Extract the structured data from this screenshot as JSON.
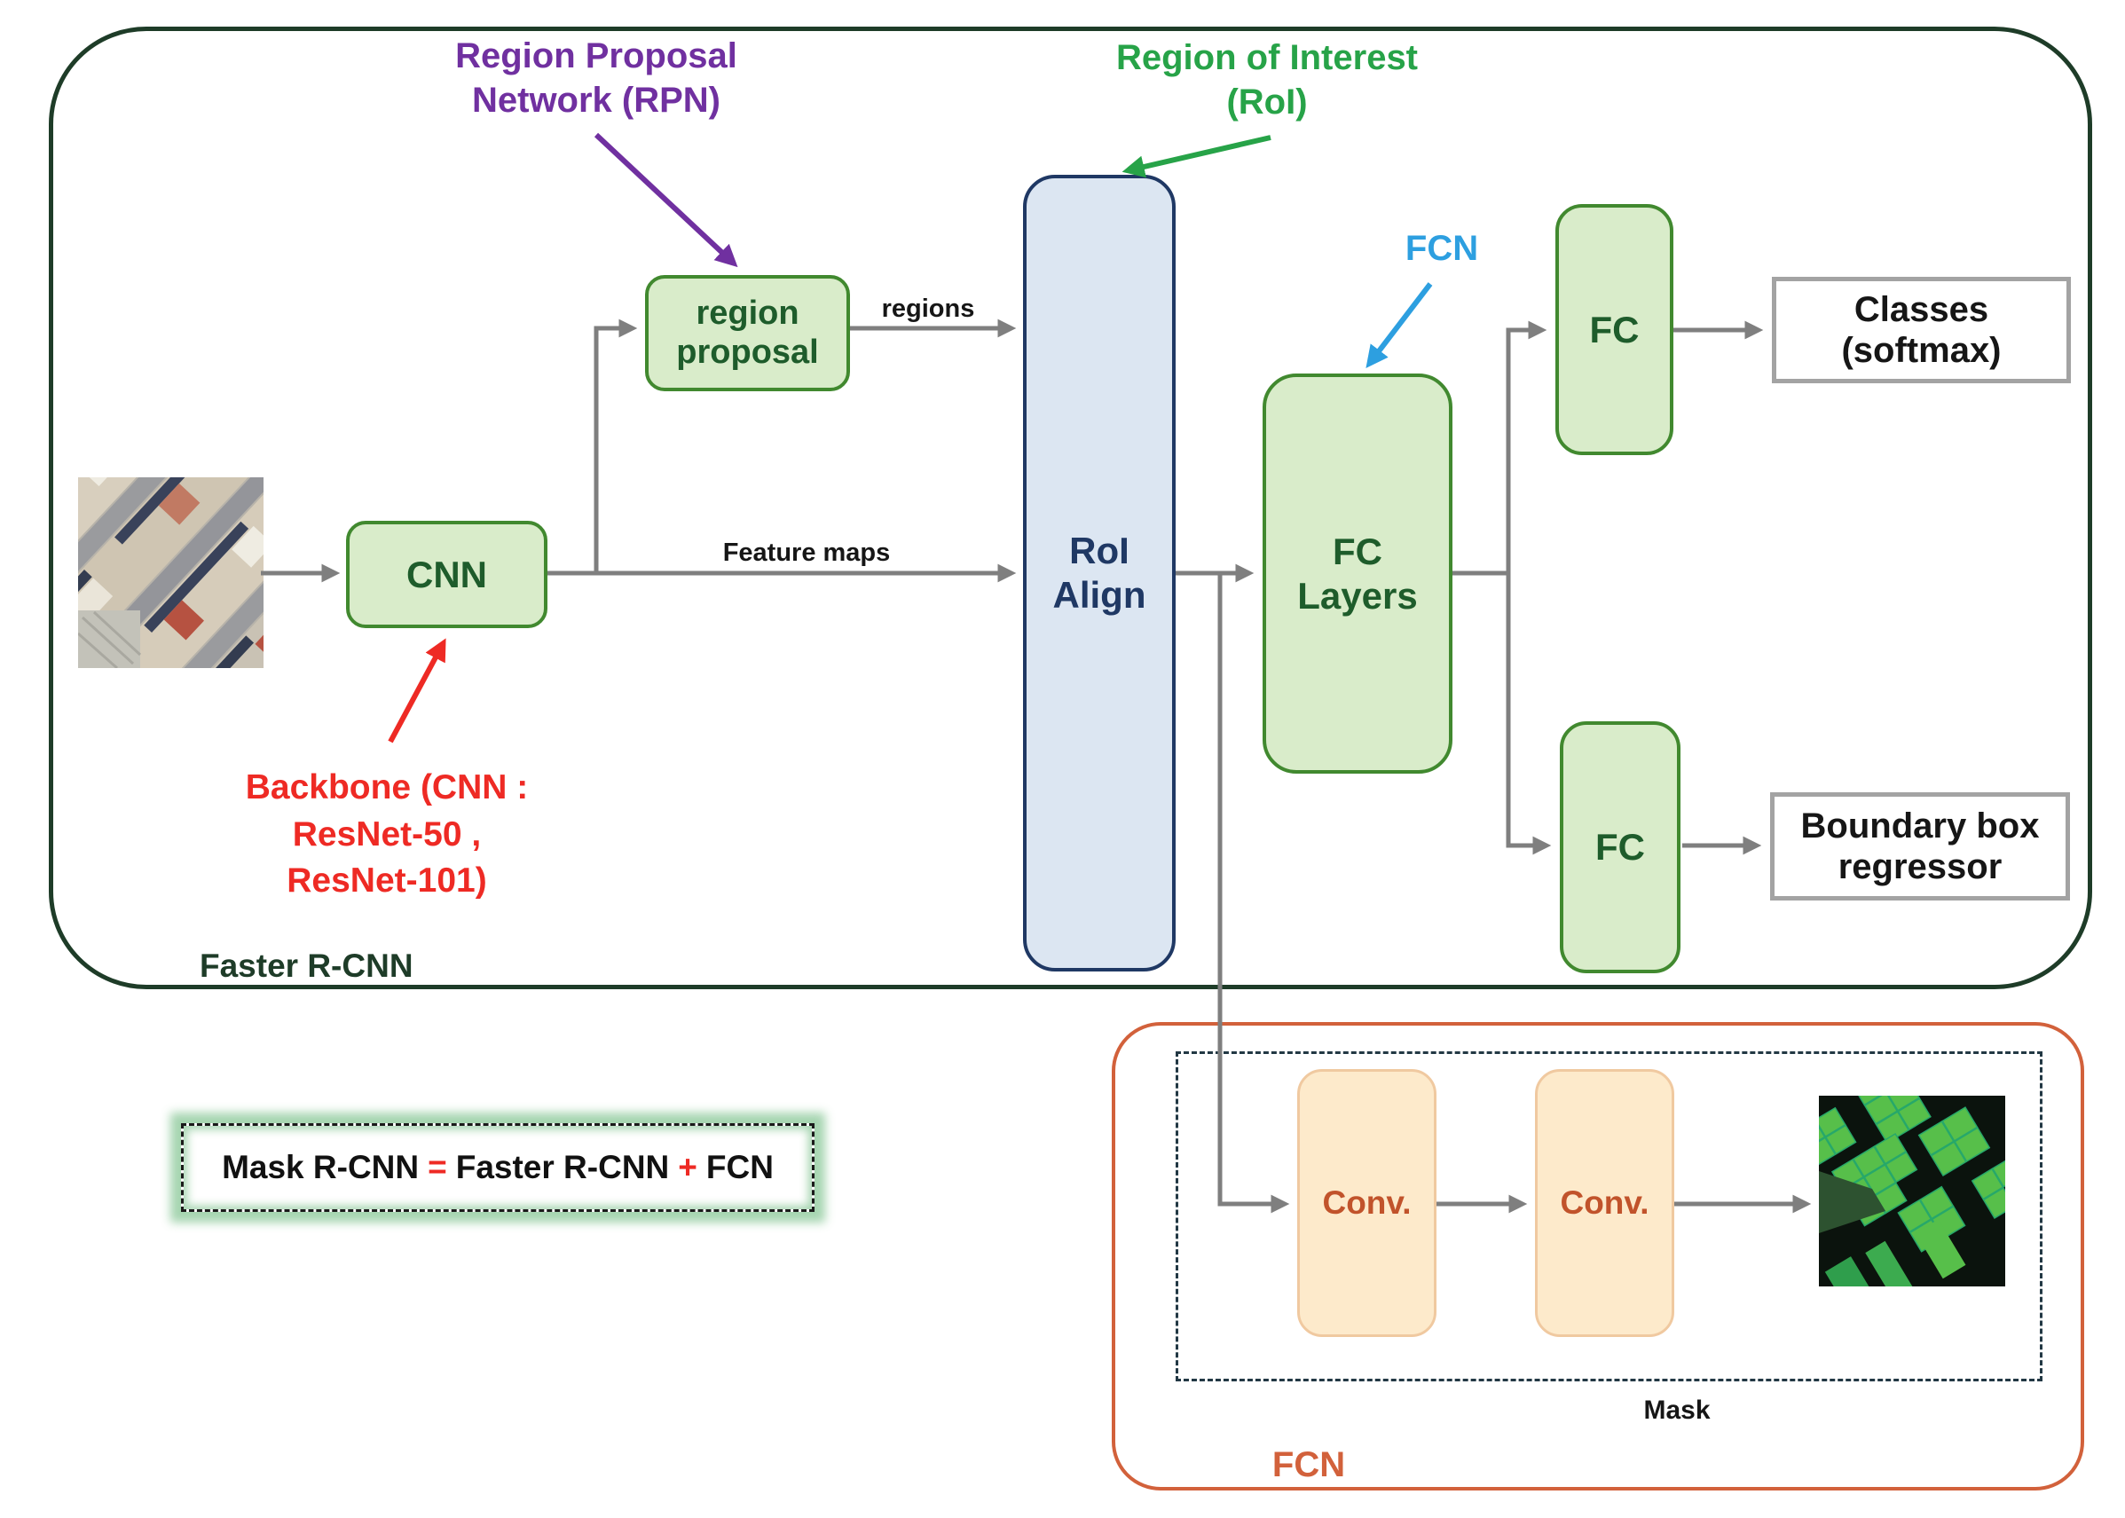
{
  "colors": {
    "outer_border": "#1e3c28",
    "orange": "#d2613b",
    "dash_border": "#223844",
    "green_fill": "#d9ecca",
    "green_border": "#41892f",
    "green_text": "#1e5c2b",
    "blue_fill": "#dce6f2",
    "blue_border": "#1f3864",
    "gray_border": "#a3a3a3",
    "conv_fill": "#fdeacb",
    "conv_border": "#f0c9a0",
    "conv_text": "#c1532b",
    "arrow_gray": "#7f7f7f",
    "purple": "#7030a0",
    "green_label": "#27a348",
    "cyan": "#2d9fe0",
    "red": "#ee2a24",
    "glow": "rgba(151,206,163,0.85)"
  },
  "faster_rcnn": {
    "label": "Faster R-CNN",
    "boxes": {
      "cnn": "CNN",
      "region_proposal": "region\nproposal",
      "roi_align": "RoI\nAlign",
      "fc_layers": "FC\nLayers",
      "fc_top": "FC",
      "fc_bottom": "FC",
      "classes": "Classes\n(softmax)",
      "boundary": "Boundary box\nregressor"
    },
    "edge_labels": {
      "regions": "regions",
      "feature_maps": "Feature maps"
    }
  },
  "annotations": {
    "rpn": "Region Proposal\nNetwork (RPN)",
    "roi": "Region of Interest\n(RoI)",
    "fcn_callout": "FCN",
    "backbone": "Backbone (CNN :\nResNet-50 ,\nResNet-101)"
  },
  "fcn_section": {
    "label": "FCN",
    "mask_label": "Mask",
    "conv1": "Conv.",
    "conv2": "Conv."
  },
  "equation": {
    "lhs": "Mask R-CNN",
    "eq": "=",
    "mid": "Faster R-CNN",
    "plus": "+",
    "rhs": "FCN"
  }
}
